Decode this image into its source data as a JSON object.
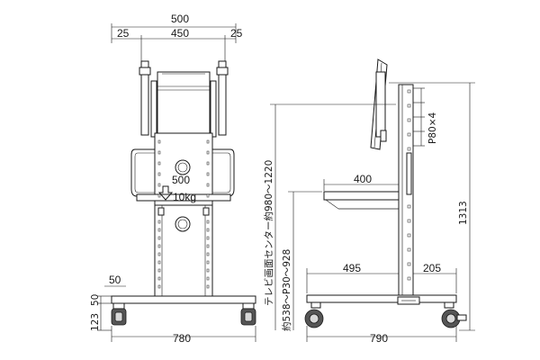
{
  "front_view": {
    "width_total": "500",
    "margin_left": "25",
    "inner_width": "450",
    "margin_right": "25",
    "shelf_width": "500",
    "load": "10kg",
    "base_height_a": "50",
    "base_height_b": "123",
    "base_height_c": "50",
    "base_width": "780"
  },
  "side_view": {
    "mount_pitch": "P80×4",
    "center_height": "テレビ画面センター約980～1220",
    "shelf_height": "約538～P30～928",
    "shelf_depth": "400",
    "total_height": "1313",
    "base_front": "495",
    "base_rear": "205",
    "base_depth": "790"
  }
}
